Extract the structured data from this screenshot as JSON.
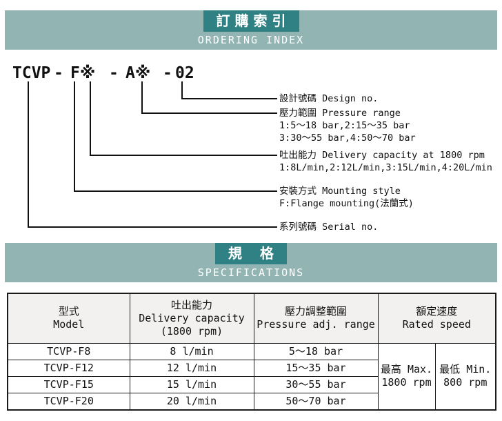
{
  "colors": {
    "band": "#92b5b3",
    "band_dark": "#2f8183",
    "table_header_bg": "#f2f1ef",
    "line": "#111111"
  },
  "ordering_index": {
    "title_cjk": "訂購索引",
    "title_en": "ORDERING INDEX",
    "model_code": [
      "TCVP",
      "-",
      "F※",
      "-",
      "A※",
      "-",
      "02"
    ],
    "callouts": [
      {
        "lines": [
          "設計號碼 Design no."
        ]
      },
      {
        "lines": [
          "壓力範圍 Pressure range",
          "1:5〜18 bar,2:15〜35 bar",
          "3:30〜55 bar,4:50〜70 bar"
        ]
      },
      {
        "lines": [
          "吐出能力 Delivery capacity at 1800 rpm",
          "1:8L/min,2:12L/min,3:15L/min,4:20L/min"
        ]
      },
      {
        "lines": [
          "安裝方式 Mounting style",
          "F:Flange mounting(法蘭式)"
        ]
      },
      {
        "lines": [
          "系列號碼 Serial no."
        ]
      }
    ]
  },
  "specifications": {
    "title_cjk": "規 格",
    "title_en": "SPECIFICATIONS",
    "table": {
      "headers": {
        "model": [
          "型式",
          "Model"
        ],
        "capacity": [
          "吐出能力",
          "Delivery capacity",
          "(1800 rpm)"
        ],
        "pressure": [
          "壓力調整範圍",
          "Pressure adj. range"
        ],
        "speed": [
          "額定速度",
          "Rated speed"
        ]
      },
      "rows": [
        {
          "model": "TCVP-F8",
          "capacity": "8 l/min",
          "pressure": "5〜18 bar"
        },
        {
          "model": "TCVP-F12",
          "capacity": "12 l/min",
          "pressure": "15〜35 bar"
        },
        {
          "model": "TCVP-F15",
          "capacity": "15 l/min",
          "pressure": "30〜55 bar"
        },
        {
          "model": "TCVP-F20",
          "capacity": "20 l/min",
          "pressure": "50〜70 bar"
        }
      ],
      "rated_speed": {
        "max": [
          "最高 Max.",
          "1800 rpm"
        ],
        "min": [
          "最低 Min.",
          "800 rpm"
        ]
      }
    }
  }
}
